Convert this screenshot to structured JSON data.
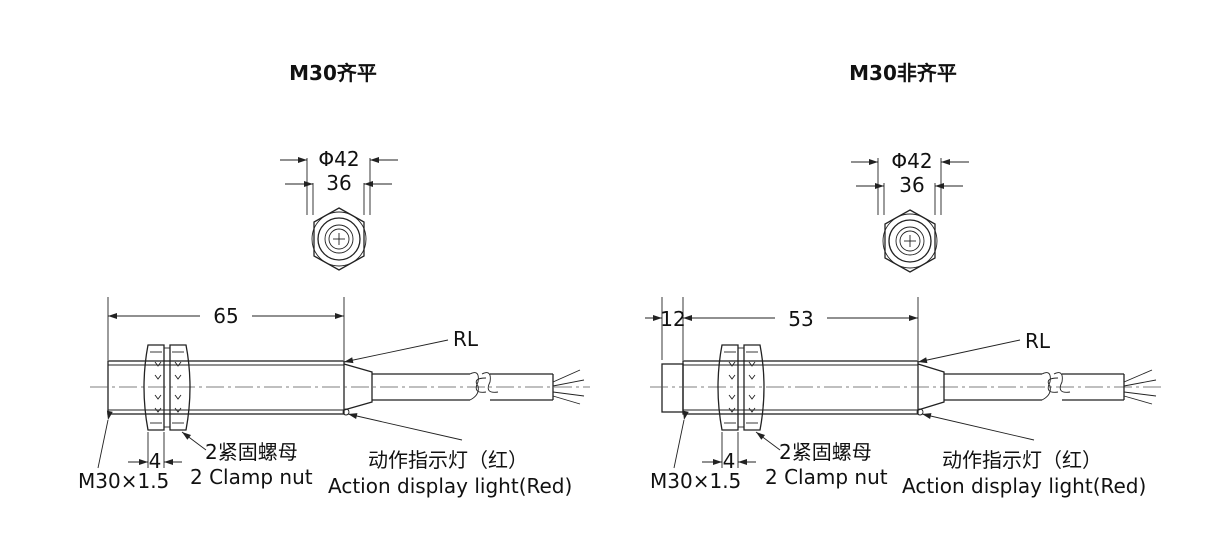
{
  "panels": [
    {
      "title": "M30齐平",
      "outer_diameter": "Φ42",
      "inner_diameter": "36",
      "length_main": "65",
      "length_extra": "",
      "cable_label": "RL",
      "nut_width": "4",
      "thread": "M30×1.5",
      "clamp_cn": "2紧固螺母",
      "clamp_en": "2 Clamp nut",
      "light_cn": "动作指示灯（红）",
      "light_en": "Action display light(Red)"
    },
    {
      "title": "M30非齐平",
      "outer_diameter": "Φ42",
      "inner_diameter": "36",
      "length_main": "53",
      "length_extra": "12",
      "cable_label": "RL",
      "nut_width": "4",
      "thread": "M30×1.5",
      "clamp_cn": "2紧固螺母",
      "clamp_en": "2 Clamp nut",
      "light_cn": "动作指示灯（红）",
      "light_en": "Action display light(Red)"
    }
  ]
}
